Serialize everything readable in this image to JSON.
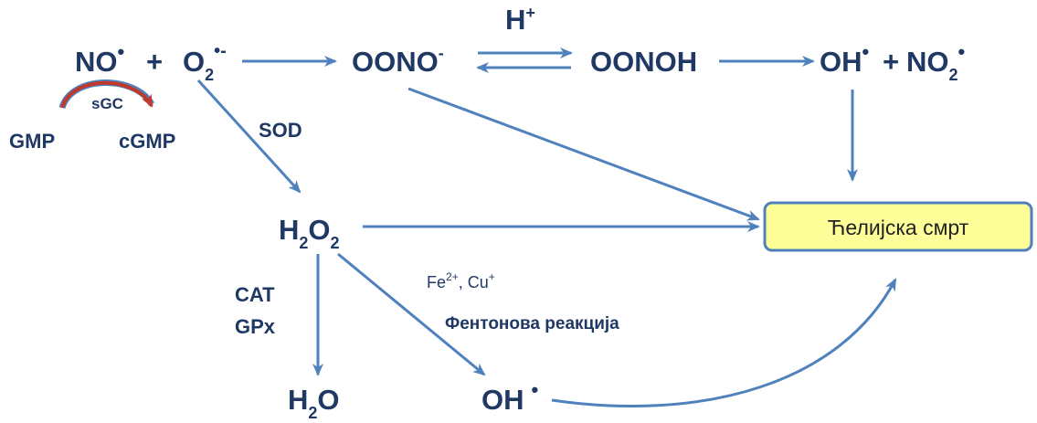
{
  "colors": {
    "text": "#1f3864",
    "arrow": "#4f81bd",
    "box_fill": "#ffff99",
    "box_stroke": "#4f81bd",
    "sgc_arrow": "#c0392b"
  },
  "species": {
    "no_radical": "NO",
    "plus1": "+",
    "superoxide_base": "O",
    "superoxide_sub": "2",
    "peroxynitrite_base": "OONO",
    "peroxynitrite_sup": "-",
    "h_plus_base": "H",
    "h_plus_sup": "+",
    "oonoh": "OONOH",
    "oh_radical": "OH",
    "plus2": "+",
    "no2_base": "NO",
    "no2_sub": "2",
    "gmp": "GMP",
    "cgmp": "cGMP",
    "sgc": "sGC",
    "sod": "SOD",
    "h2o2_h": "H",
    "h2o2_sub1": "2",
    "h2o2_o": "O",
    "h2o2_sub2": "2",
    "cat": "CAT",
    "gpx": "GPx",
    "fe": "Fe",
    "fe_sup": "2+",
    "cu": ", Cu",
    "cu_sup": "+",
    "fenton": "Фентонова реакција",
    "h2o_h": "H",
    "h2o_sub": "2",
    "h2o_o": "O",
    "oh2": "OH"
  },
  "outcome_box": {
    "label": "Ћелијска смрт"
  }
}
